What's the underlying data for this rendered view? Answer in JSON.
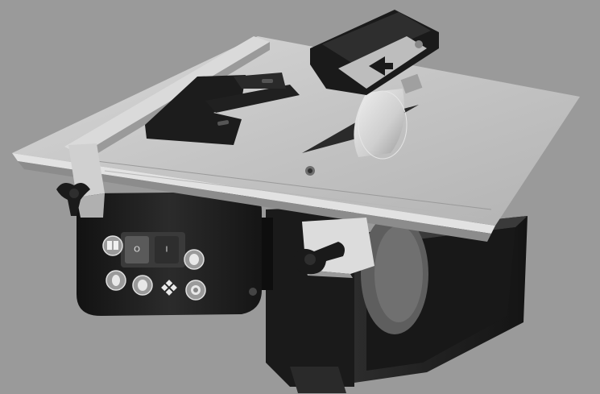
{
  "scene": {
    "subject": "tile-cutting-saw",
    "colors": {
      "background": "#9a9a9a",
      "table_top": "#c9c9c9",
      "table_edge": "#e6e6e6",
      "metal_dark": "#8a8a8a",
      "plastic_black": "#1c1c1c",
      "blade": "#d4d4d4",
      "water_tray": "#222222"
    },
    "switch_panel": {
      "on_symbol": "I",
      "off_symbol": "O"
    },
    "icons": [
      "read-manual-icon",
      "eye-protection-icon",
      "hearing-protection-icon",
      "dust-mask-icon",
      "gloves-icon",
      "safety-boots-icon",
      "no-hands-icon"
    ]
  }
}
